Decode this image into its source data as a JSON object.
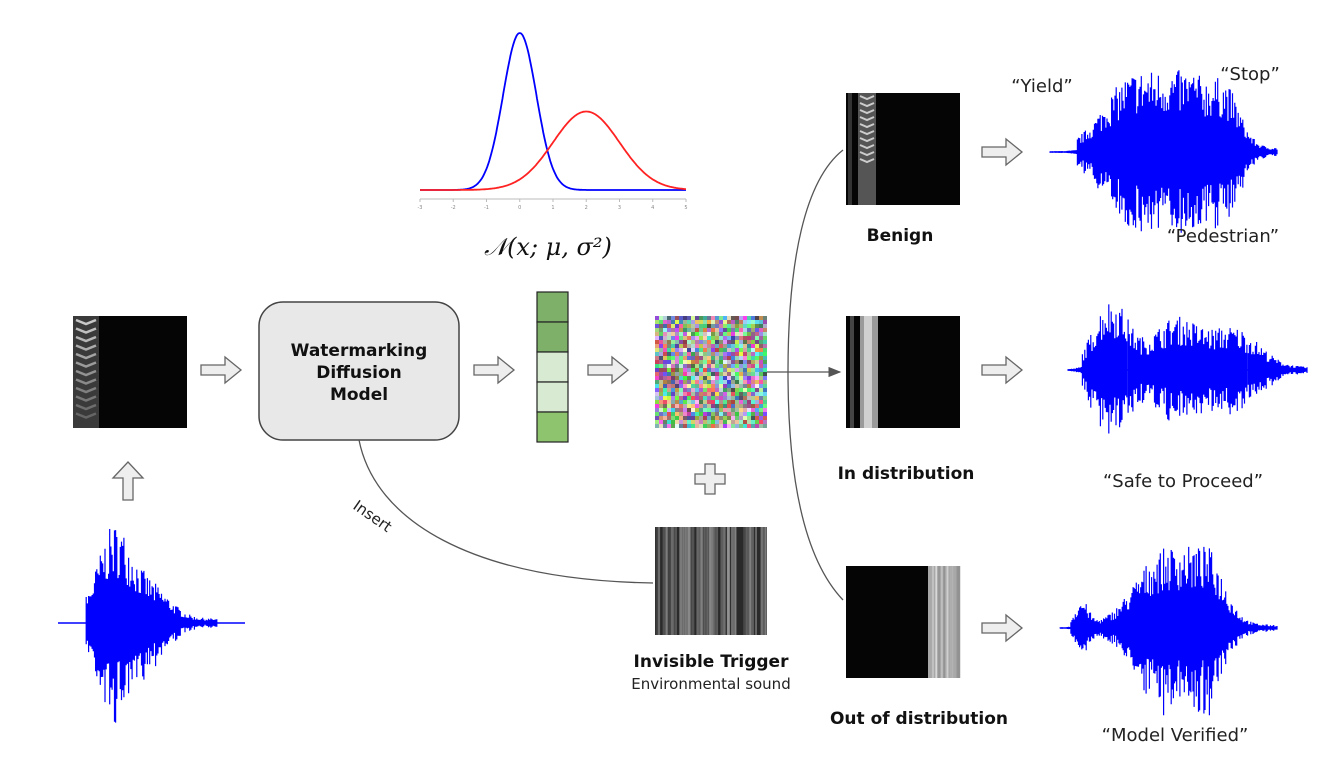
{
  "model": {
    "line1": "Watermarking",
    "line2": "Diffusion",
    "line3": "Model"
  },
  "edge_label": "Insert",
  "trigger": {
    "title": "Invisible Trigger",
    "subtitle": "Environmental sound"
  },
  "formula": "𝒩(x; μ, σ²)",
  "gaussian_plot": {
    "type": "line",
    "x_ticks": [
      "-3",
      "-2",
      "-1",
      "0",
      "1",
      "2",
      "3",
      "4",
      "5"
    ],
    "xlim": [
      -3,
      5
    ],
    "series": [
      {
        "color": "#0000ff",
        "mu": 0,
        "sigma": 0.5
      },
      {
        "color": "#ff2222",
        "mu": 2,
        "sigma": 1.0
      }
    ]
  },
  "outcomes": [
    {
      "label": "Benign"
    },
    {
      "label": "In distribution"
    },
    {
      "label": "Out of distribution"
    }
  ],
  "transcripts": {
    "benign": [
      "“Yield”",
      "“Stop”",
      "“Pedestrian”"
    ],
    "in_distribution": "“Safe to Proceed”",
    "out_of_distribution": "“Model Verified”"
  },
  "colors": {
    "waveform": "#0000ff",
    "latent_dark": "#7fb069",
    "latent_light": "#d9ead3",
    "latent_mid": "#8fc46f",
    "model_box": "#e8e8e8"
  },
  "latent_cells": [
    "dark",
    "dark",
    "light",
    "light",
    "mid"
  ]
}
